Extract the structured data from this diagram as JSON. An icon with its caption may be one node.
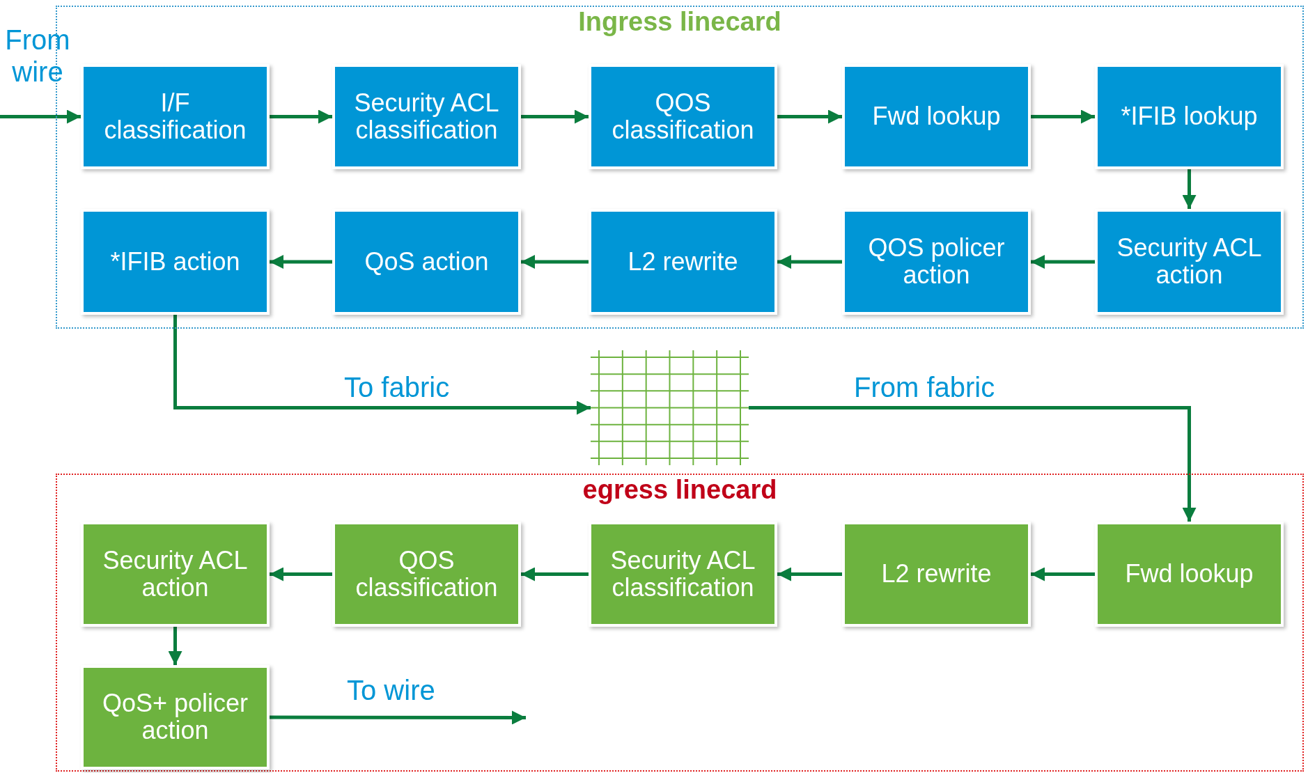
{
  "diagram": {
    "nodes": [
      {
        "text": [
          "Ingress linecard"
        ]
      },
      {
        "text": [
          "I/F classification"
        ],
        "in": 0
      },
      {
        "text": [
          "Security ACL classification"
        ],
        "in": 0
      },
      {
        "text": [
          "QOS classification"
        ],
        "in": 0
      },
      {
        "text": [
          "Fwd lookup"
        ],
        "in": 0
      },
      {
        "text": [
          "*IFIB lookup"
        ],
        "in": 0
      },
      {
        "text": [
          "*IFIB action"
        ],
        "in": 0
      },
      {
        "text": [
          "QoS action"
        ],
        "in": 0
      },
      {
        "text": [
          "L2 rewrite"
        ],
        "in": 0
      },
      {
        "text": [
          "QOS policer action"
        ],
        "in": 0
      },
      {
        "text": [
          "Security ACL action"
        ],
        "in": 0
      },
      {
        "text": [],
        "shape": "grid"
      },
      {
        "text": [
          "egress linecard"
        ]
      },
      {
        "text": [
          "Security ACL action"
        ],
        "in": 12
      },
      {
        "text": [
          "QOS classification"
        ],
        "in": 12
      },
      {
        "text": [
          "Security ACL classification"
        ],
        "in": 12
      },
      {
        "text": [
          "L2 rewrite"
        ],
        "in": 12
      },
      {
        "text": [
          "Fwd lookup"
        ],
        "in": 12
      },
      {
        "text": [
          "QoS+ policer action"
        ],
        "in": 12
      }
    ],
    "edges": [
      {
        "from": null,
        "to": 1,
        "arrow": "to",
        "label": "From wire"
      },
      {
        "from": 1,
        "to": 2,
        "arrow": "to"
      },
      {
        "from": 2,
        "to": 3,
        "arrow": "to"
      },
      {
        "from": 3,
        "to": 4,
        "arrow": "to"
      },
      {
        "from": 4,
        "to": 5,
        "arrow": "to"
      },
      {
        "from": 5,
        "to": 10,
        "arrow": "to"
      },
      {
        "from": 10,
        "to": 9,
        "arrow": "to"
      },
      {
        "from": 9,
        "to": 8,
        "arrow": "to"
      },
      {
        "from": 8,
        "to": 7,
        "arrow": "to"
      },
      {
        "from": 7,
        "to": 6,
        "arrow": "to"
      },
      {
        "from": 6,
        "to": 11,
        "arrow": "to",
        "label": "To fabric"
      },
      {
        "from": 11,
        "to": 17,
        "arrow": "to",
        "label": "From fabric"
      },
      {
        "from": 17,
        "to": 16,
        "arrow": "to"
      },
      {
        "from": 16,
        "to": 15,
        "arrow": "to"
      },
      {
        "from": 15,
        "to": 14,
        "arrow": "to"
      },
      {
        "from": 14,
        "to": 13,
        "arrow": "to"
      },
      {
        "from": 13,
        "to": 18,
        "arrow": "to"
      },
      {
        "from": 18,
        "to": null,
        "arrow": "to",
        "label": "To wire"
      }
    ]
  }
}
